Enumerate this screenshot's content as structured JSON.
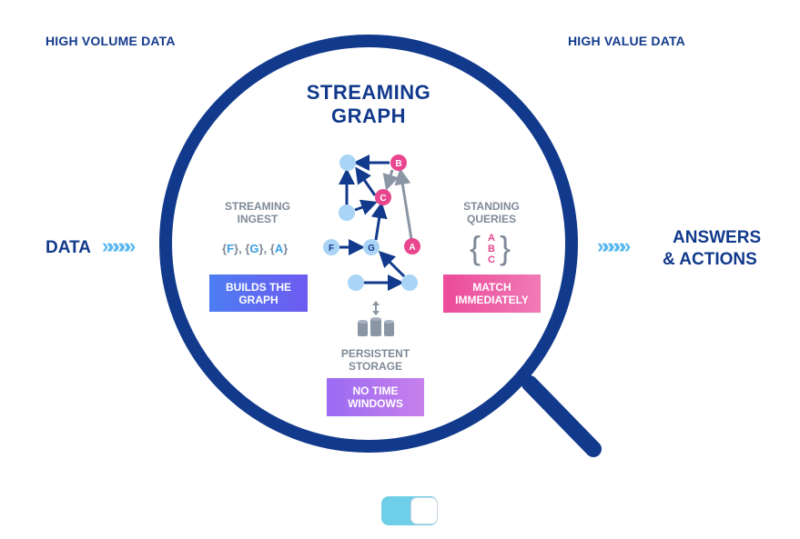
{
  "corners": {
    "left": "HIGH VOLUME DATA",
    "right": "HIGH VALUE DATA"
  },
  "title": [
    "STREAMING",
    "GRAPH"
  ],
  "left": {
    "data_label": "DATA",
    "chevrons": "»»»»»",
    "ingest_label": [
      "STREAMING",
      "INGEST"
    ],
    "ingest_items": [
      "F",
      "G",
      "A"
    ],
    "box": [
      "BUILDS THE",
      "GRAPH"
    ]
  },
  "right": {
    "answers": [
      "ANSWERS",
      "& ACTIONS"
    ],
    "chevrons": "»»»»»",
    "queries_label": [
      "STANDING",
      "QUERIES"
    ],
    "query_letters": [
      "A",
      "B",
      "C"
    ],
    "box": [
      "MATCH",
      "IMMEDIATELY"
    ]
  },
  "center": {
    "storage_label": [
      "PERSISTENT",
      "STORAGE"
    ],
    "box": [
      "NO TIME",
      "WINDOWS"
    ],
    "nodes": {
      "b": "B",
      "c": "C",
      "f": "F",
      "g": "G",
      "a": "A"
    }
  },
  "colors": {
    "navy": "#123a8c",
    "light_blue": "#a9d4f5",
    "pink": "#e8468f",
    "gray": "#7f8a98",
    "toggle": "#6fcfe8"
  }
}
